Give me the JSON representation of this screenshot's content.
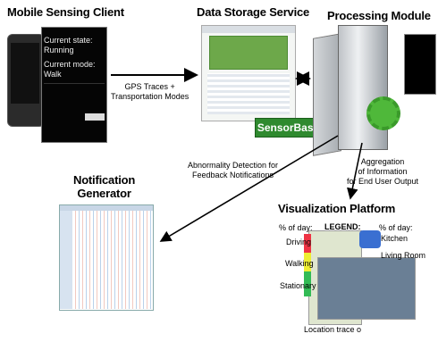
{
  "titles": {
    "mobile": "Mobile Sensing Client",
    "storage": "Data Storage Service",
    "processing": "Processing Module",
    "notification": "Notification\nGenerator",
    "visualization": "Visualization Platform"
  },
  "labels": {
    "gps": "GPS Traces +\nTransportation Modes",
    "aggregation": "Aggregation\nof Information\nfor End User Output",
    "abnormality": "Abnormality Detection for\nFeedback Notifications"
  },
  "phone_panel": {
    "state_heading": "Current state:",
    "state_value": "Running",
    "mode_heading": "Current mode:",
    "mode_value": "Walk"
  },
  "brand": {
    "sensorbase": "SensorBase"
  },
  "visualization": {
    "pct_left": "% of day:",
    "driving": "Driving",
    "walking": "Walking",
    "stationary": "Stationary",
    "legend": "LEGEND:",
    "pct_right": "% of day:",
    "kitchen": "Kitchen",
    "living_room": "Living Room",
    "location_trace": "Location trace o"
  },
  "colors": {
    "arrow": "#000000",
    "sensorbase": "#2f8a2f",
    "gear": "#4fb83a"
  }
}
